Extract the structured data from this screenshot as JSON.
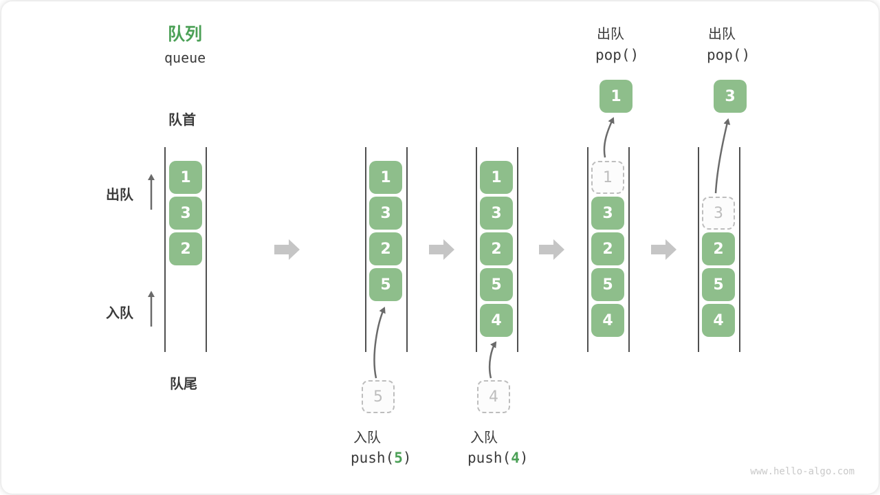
{
  "header": {
    "title_zh": "队列",
    "title_en": "queue"
  },
  "side_labels": {
    "front": "队首",
    "rear": "队尾",
    "dequeue": "出队",
    "enqueue": "入队"
  },
  "queue_states": [
    {
      "slots": [
        {
          "value": "1"
        },
        {
          "value": "3"
        },
        {
          "value": "2"
        }
      ]
    },
    {
      "slots": [
        {
          "value": "1"
        },
        {
          "value": "3"
        },
        {
          "value": "2"
        },
        {
          "value": "5"
        }
      ]
    },
    {
      "slots": [
        {
          "value": "1"
        },
        {
          "value": "3"
        },
        {
          "value": "2"
        },
        {
          "value": "5"
        },
        {
          "value": "4"
        }
      ]
    },
    {
      "slots": [
        {
          "value": "1",
          "dashed": true
        },
        {
          "value": "3"
        },
        {
          "value": "2"
        },
        {
          "value": "5"
        },
        {
          "value": "4"
        }
      ]
    },
    {
      "slots": [
        {
          "value": "3",
          "dashed": true
        },
        {
          "value": "2"
        },
        {
          "value": "5"
        },
        {
          "value": "4"
        }
      ]
    }
  ],
  "operations": {
    "push_5": {
      "label": "入队",
      "code_before": "push(",
      "arg": "5",
      "code_after": ")",
      "staged_value": "5"
    },
    "push_4": {
      "label": "入队",
      "code_before": "push(",
      "arg": "4",
      "code_after": ")",
      "staged_value": "4"
    },
    "pop_1": {
      "label": "出队",
      "code": "pop()",
      "popped_value": "1"
    },
    "pop_3": {
      "label": "出队",
      "code": "pop()",
      "popped_value": "3"
    }
  },
  "watermark": "www.hello-algo.com",
  "colors": {
    "box_green": "#8ebe8b",
    "accent_green": "#4ba056",
    "wall_gray": "#4f4f4f",
    "arrow_gray": "#6a6a6a",
    "block_arrow_gray": "#c5c5c5",
    "dashed_gray": "#bdbdbd",
    "text_dark": "#3b3b3b",
    "watermark_gray": "#c9c9c9"
  }
}
